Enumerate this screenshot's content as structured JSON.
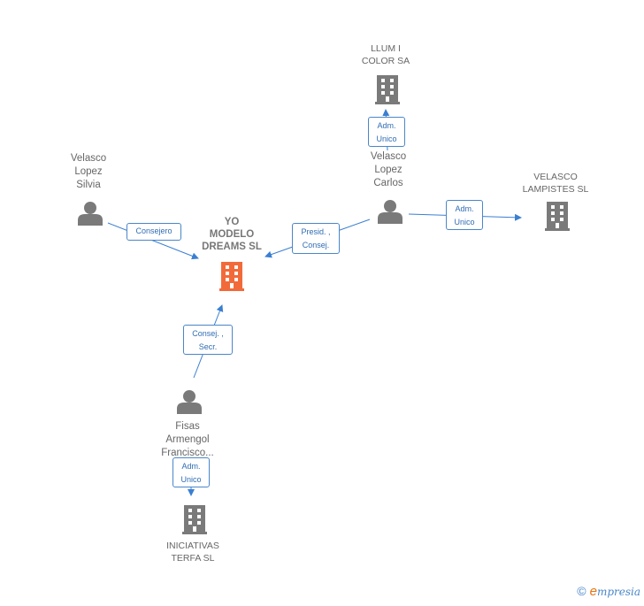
{
  "colors": {
    "edge": "#3a7fd1",
    "person": "#7a7a7a",
    "company": "#7a7a7a",
    "focus_company": "#f26a3a"
  },
  "nodes": {
    "yo_modelo": {
      "label": "YO\nMODELO\nDREAMS SL",
      "type": "company",
      "icon": "building-icon",
      "focus": true
    },
    "llumi_color": {
      "label": "LLUM I\nCOLOR SA",
      "type": "company",
      "icon": "building-icon"
    },
    "velasco_lampistes": {
      "label": "VELASCO\nLAMPISTES SL",
      "type": "company",
      "icon": "building-icon"
    },
    "iniciativas_terfa": {
      "label": "INICIATIVAS\nTERFA SL",
      "type": "company",
      "icon": "building-icon"
    },
    "velasco_silvia": {
      "label": "Velasco\nLopez\nSilvia",
      "type": "person",
      "icon": "person-icon"
    },
    "velasco_carlos": {
      "label": "Velasco\nLopez\nCarlos",
      "type": "person",
      "icon": "person-icon"
    },
    "fisas_francisco": {
      "label": "Fisas\nArmengol\nFrancisco...",
      "type": "person",
      "icon": "person-icon"
    }
  },
  "edges": {
    "silvia_yo": {
      "label": "Consejero"
    },
    "carlos_yo": {
      "label": "Presid. ,\nConsej."
    },
    "carlos_llumi": {
      "label": "Adm.\nUnico"
    },
    "carlos_lampistes": {
      "label": "Adm.\nUnico"
    },
    "fisas_yo": {
      "label": "Consej. ,\nSecr."
    },
    "fisas_terfa": {
      "label": "Adm.\nUnico"
    }
  },
  "footer": {
    "copyright": "©",
    "brand_initial": "e",
    "brand_rest": "mpresia"
  }
}
